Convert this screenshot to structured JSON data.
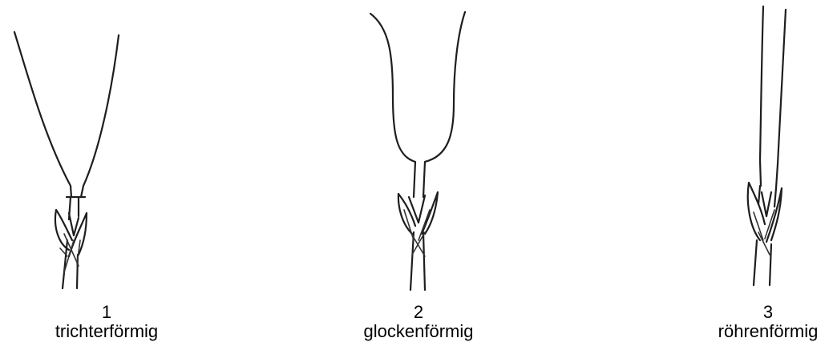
{
  "figures": [
    {
      "number": "1",
      "name": "trichterförmig"
    },
    {
      "number": "2",
      "name": "glockenförmig"
    },
    {
      "number": "3",
      "name": "röhrenförmig"
    }
  ]
}
